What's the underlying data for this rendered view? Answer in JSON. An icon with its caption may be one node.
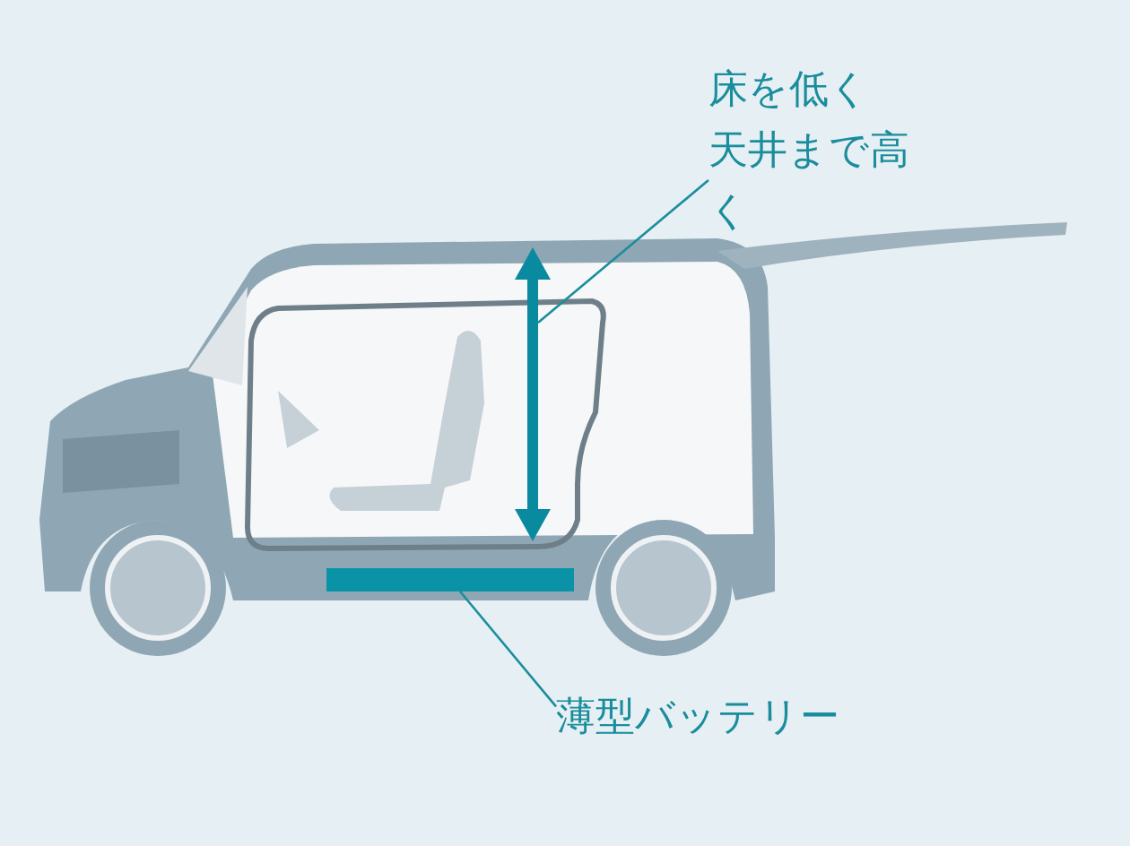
{
  "diagram": {
    "nodes": [
      {
        "text": [
          "床を低く天井まで高く"
        ]
      },
      {
        "text": [
          "薄型バッテリー"
        ]
      },
      {
        "text": [],
        "shape": "bar"
      }
    ],
    "edges": [
      {
        "from": 0,
        "to": null,
        "arrow": "none"
      },
      {
        "from": 2,
        "to": 1,
        "arrow": "none"
      }
    ]
  }
}
